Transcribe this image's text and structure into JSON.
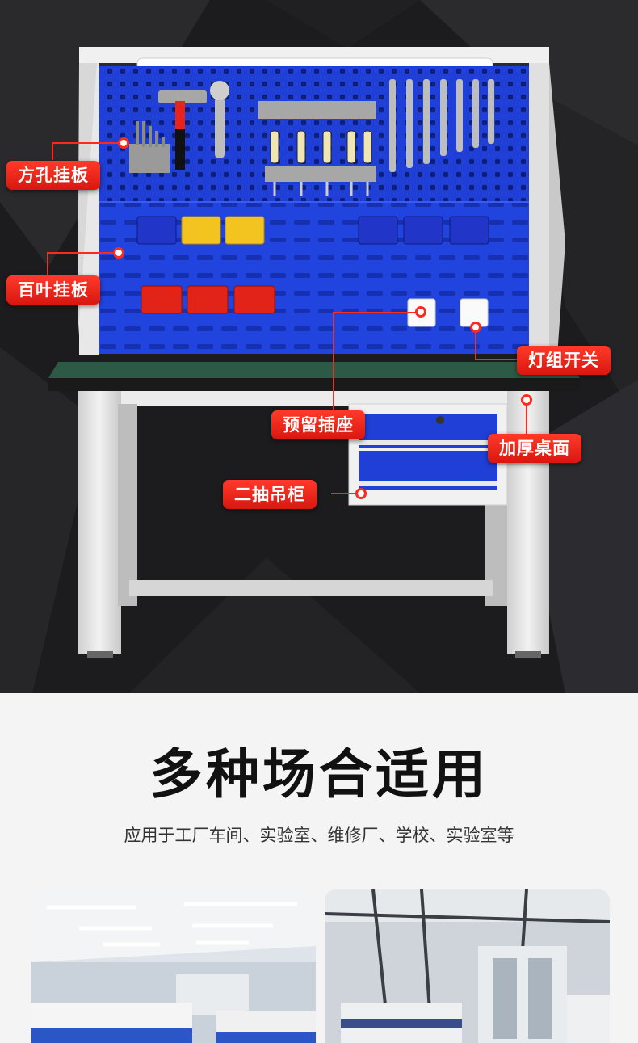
{
  "hero": {
    "labels": {
      "square_pegboard": "方孔挂板",
      "louver_panel": "百叶挂板",
      "light_switch": "灯组开关",
      "reserved_socket": "预留插座",
      "thick_desktop": "加厚桌面",
      "two_drawer_cabinet": "二抽吊柜"
    }
  },
  "section": {
    "headline": "多种场合适用",
    "subline": "应用于工厂车间、实验室、维修厂、学校、实验室等"
  },
  "colors": {
    "panel_blue": "#1f3fd6",
    "label_red": "#e8201a",
    "bench_top_green": "#2d5a46",
    "frame_grey": "#e6e6e6"
  }
}
